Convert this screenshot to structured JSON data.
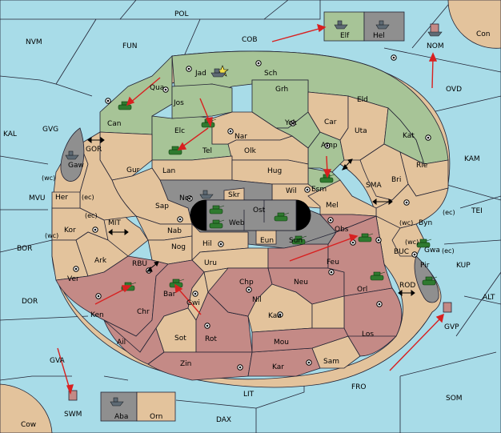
{
  "colors": {
    "sea": "#a8dce8",
    "north_power": "#a7c497",
    "south_power": "#c48a86",
    "neutral": "#e3c39c",
    "impassable": "#8f8f8f",
    "move_arrow": "#d82020"
  },
  "map": {
    "sea": {
      "POL": "POL",
      "NVM": "NVM",
      "FUN": "FUN",
      "COB": "COB",
      "KAL": "KAL",
      "GVG": "GVG",
      "GOR": "GOR",
      "MVU": "MVU",
      "MIT": "MIT",
      "BOR": "BOR",
      "RBU": "RBU",
      "DOR": "DOR",
      "GVA": "GVA",
      "SWM": "SWM",
      "LIT": "LIT",
      "DAX": "DAX",
      "FRO": "FRO",
      "SOM": "SOM",
      "GVP": "GVP",
      "ALT": "ALT",
      "KUP": "KUP",
      "ROD": "ROD",
      "BUC": "BUC",
      "TEI": "TEI",
      "KAM": "KAM",
      "SMA": "SMA",
      "OVD": "OVD",
      "NOM": "NOM",
      "Con": "Con",
      "Cow": "Cow"
    },
    "land": {
      "Jad": "Jad",
      "Sch": "Sch",
      "Qua": "Qua",
      "Can": "Can",
      "Jos": "Jos",
      "Grh": "Grh",
      "Eld": "Eld",
      "Elc": "Elc",
      "Nar": "Nar",
      "Yok": "Yok",
      "Car": "Car",
      "Uta": "Uta",
      "Kat": "Kat",
      "Tel": "Tel",
      "Olk": "Olk",
      "Amp": "Amp",
      "Gaw": "Gaw",
      "Gur": "Gur",
      "Lan": "Lan",
      "Hug": "Hug",
      "Bri": "Bri",
      "Rie": "Rie",
      "Wil": "Wil",
      "Esm": "Esm",
      "Her": "Her",
      "Nor": "Nor",
      "Skr": "Skr",
      "Ost": "Ost",
      "Mel": "Mel",
      "Sap": "Sap",
      "Web": "Web",
      "Byn": "Byn",
      "Kor": "Kor",
      "Nab": "Nab",
      "Eun": "Eun",
      "Obs": "Obs",
      "Sun": "Sun",
      "Hil": "Hil",
      "Gwa": "Gwa",
      "Nog": "Nog",
      "Ark": "Ark",
      "Uru": "Uru",
      "Feu": "Feu",
      "Pir": "Pir",
      "Ver": "Ver",
      "Chp": "Chp",
      "Neu": "Neu",
      "Bar": "Bar",
      "Orl": "Orl",
      "Ken": "Ken",
      "Gwi": "Gwi",
      "Nil": "Nil",
      "Chr": "Chr",
      "Kaa": "Kaa",
      "Ail": "Ail",
      "Sot": "Sot",
      "Rot": "Rot",
      "Mou": "Mou",
      "Los": "Los",
      "Zin": "Zin",
      "Kar": "Kar",
      "Sam": "Sam",
      "Elf": "Elf",
      "Hel": "Hel",
      "Aba": "Aba",
      "Orn": "Orn"
    },
    "coast_notes": {
      "wc1": "(wc)",
      "ec1": "(ec)",
      "ec2": "(ec)",
      "wc2": "(wc)",
      "wc3": "(wc)",
      "ec3": "(ec)",
      "wc4": "(wc)",
      "ec4": "(ec)"
    },
    "icons": {
      "army": "tank-icon",
      "fleet": "ship-icon",
      "supply_center": "supply-center-dot",
      "convoy_link": "double-arrow-icon",
      "star": "star-icon"
    }
  }
}
